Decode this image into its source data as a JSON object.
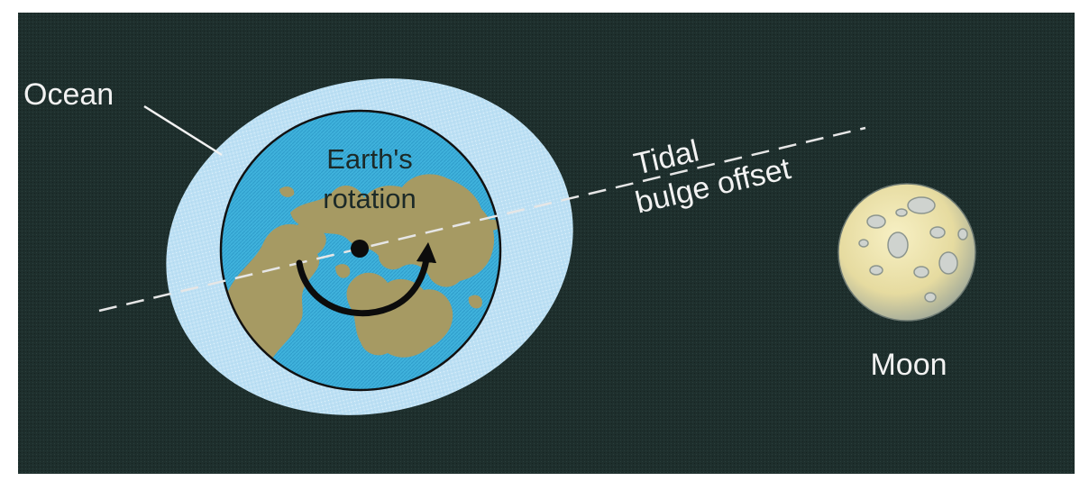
{
  "labels": {
    "ocean": "Ocean",
    "earth_line1": "Earth's",
    "earth_line2": "rotation",
    "tidal_line1": "Tidal",
    "tidal_line2": "bulge offset",
    "moon": "Moon"
  },
  "colors": {
    "background": "#1e2f2d",
    "ocean_bulge": "#bde0f4",
    "earth_water": "#3fb2dc",
    "earth_land": "#a69a63",
    "moon": "#ece2a8",
    "moon_crater": "#cfd3cf",
    "rotation_arrow": "#0c0c0c",
    "dashed_line": "#e6e6e6"
  }
}
